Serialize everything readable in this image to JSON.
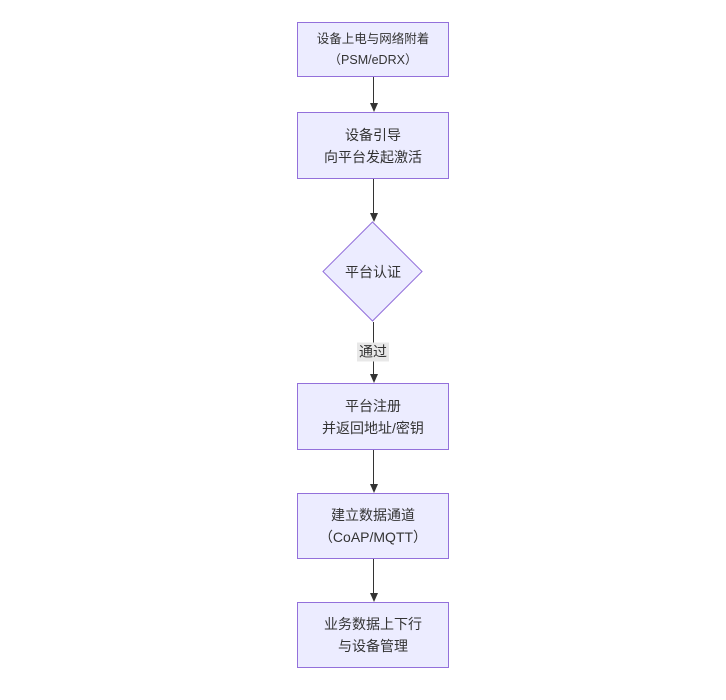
{
  "diagram": {
    "type": "flowchart",
    "direction": "top-down",
    "nodes": [
      {
        "id": "A",
        "shape": "rect",
        "line1": "设备上电与网络附着",
        "line2": "（PSM/eDRX）"
      },
      {
        "id": "B",
        "shape": "rect",
        "line1": "设备引导",
        "line2": "向平台发起激活"
      },
      {
        "id": "C",
        "shape": "diamond",
        "line1": "平台认证",
        "line2": ""
      },
      {
        "id": "D",
        "shape": "rect",
        "line1": "平台注册",
        "line2": "并返回地址/密钥"
      },
      {
        "id": "E",
        "shape": "rect",
        "line1": "建立数据通道",
        "line2": "（CoAP/MQTT）"
      },
      {
        "id": "F",
        "shape": "rect",
        "line1": "业务数据上下行",
        "line2": "与设备管理"
      }
    ],
    "edges": [
      {
        "from": "A",
        "to": "B",
        "label": ""
      },
      {
        "from": "B",
        "to": "C",
        "label": ""
      },
      {
        "from": "C",
        "to": "D",
        "label": "通过"
      },
      {
        "from": "D",
        "to": "E",
        "label": ""
      },
      {
        "from": "E",
        "to": "F",
        "label": ""
      }
    ]
  },
  "colors": {
    "node_fill": "#ECECFF",
    "node_border": "#9370DB",
    "text": "#333333",
    "arrow": "#333333",
    "edge_label_bg": "#e8e8e8",
    "canvas_bg": "#ffffff"
  }
}
